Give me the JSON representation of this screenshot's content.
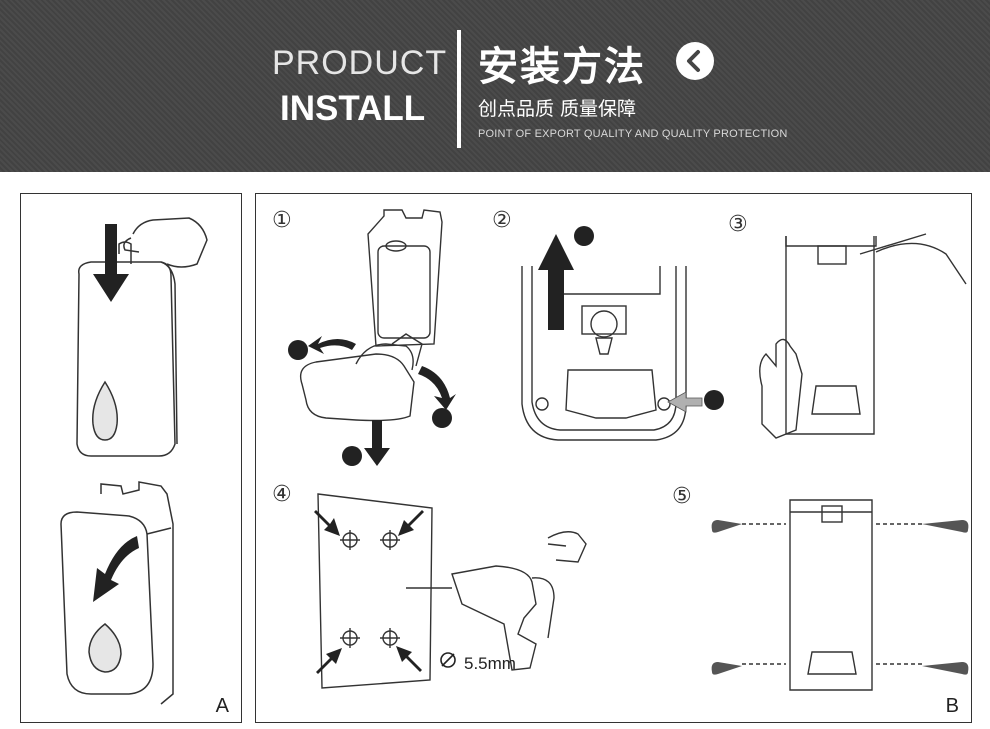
{
  "banner": {
    "product": "PRODUCT",
    "install": "INSTALL",
    "cn_title": "安装方法",
    "cn_subtitle": "创点品质 质量保障",
    "en_subtitle": "POINT OF EXPORT QUALITY AND QUALITY PROTECTION",
    "back_icon": "chevron-left-circle-icon"
  },
  "panel_a": {
    "letter": "A"
  },
  "panel_b": {
    "letter": "B",
    "steps": [
      "①",
      "②",
      "③",
      "④",
      "⑤"
    ],
    "drill_note": "5.5mm"
  },
  "colors": {
    "banner": "#454545",
    "line": "#333333",
    "arrow": "#222222",
    "hint_arrow": "#b0b0b0"
  }
}
